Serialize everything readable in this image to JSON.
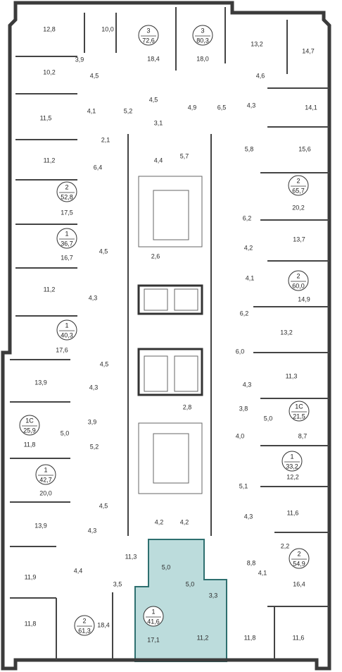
{
  "colors": {
    "highlight_fill": "#bcdcdc",
    "highlight_stroke": "#2e6f6f",
    "wall": "#3b3b3b",
    "text": "#2b2b2b"
  },
  "apartments": [
    {
      "id": "a1",
      "rooms": "3",
      "area": "72,6"
    },
    {
      "id": "a2",
      "rooms": "3",
      "area": "80,3"
    },
    {
      "id": "a3",
      "rooms": "2",
      "area": "52,8"
    },
    {
      "id": "a4",
      "rooms": "2",
      "area": "65,7"
    },
    {
      "id": "a5",
      "rooms": "1",
      "area": "36,7"
    },
    {
      "id": "a6",
      "rooms": "2",
      "area": "60,0"
    },
    {
      "id": "a7",
      "rooms": "1",
      "area": "40,3"
    },
    {
      "id": "a8",
      "rooms": "1С",
      "area": "25,9"
    },
    {
      "id": "a9",
      "rooms": "1С",
      "area": "21,5"
    },
    {
      "id": "a10",
      "rooms": "1",
      "area": "33,2"
    },
    {
      "id": "a11",
      "rooms": "1",
      "area": "42,7"
    },
    {
      "id": "a12",
      "rooms": "2",
      "area": "54,9"
    },
    {
      "id": "a13",
      "rooms": "2",
      "area": "61,3"
    },
    {
      "id": "a14",
      "rooms": "1",
      "area": "41,6",
      "highlighted": true
    }
  ],
  "rooms": [
    {
      "v": "12,8"
    },
    {
      "v": "10,0"
    },
    {
      "v": "18,4"
    },
    {
      "v": "18,0"
    },
    {
      "v": "13,2"
    },
    {
      "v": "14,7"
    },
    {
      "v": "3,9"
    },
    {
      "v": "10,2"
    },
    {
      "v": "4,5"
    },
    {
      "v": "4,6"
    },
    {
      "v": "4,5"
    },
    {
      "v": "4,9"
    },
    {
      "v": "6,5"
    },
    {
      "v": "4,3"
    },
    {
      "v": "14,1"
    },
    {
      "v": "11,5"
    },
    {
      "v": "4,1"
    },
    {
      "v": "5,2"
    },
    {
      "v": "3,1"
    },
    {
      "v": "2,1"
    },
    {
      "v": "5,8"
    },
    {
      "v": "15,6"
    },
    {
      "v": "11,2"
    },
    {
      "v": "6,4"
    },
    {
      "v": "4,4"
    },
    {
      "v": "5,7"
    },
    {
      "v": "17,5"
    },
    {
      "v": "20,2"
    },
    {
      "v": "6,2"
    },
    {
      "v": "13,7"
    },
    {
      "v": "4,2"
    },
    {
      "v": "16,7"
    },
    {
      "v": "4,5"
    },
    {
      "v": "2,6"
    },
    {
      "v": "4,1"
    },
    {
      "v": "11,2"
    },
    {
      "v": "4,3"
    },
    {
      "v": "14,9"
    },
    {
      "v": "6,2"
    },
    {
      "v": "13,2"
    },
    {
      "v": "6,0"
    },
    {
      "v": "17,6"
    },
    {
      "v": "4,5"
    },
    {
      "v": "11,3"
    },
    {
      "v": "13,9"
    },
    {
      "v": "4,3"
    },
    {
      "v": "4,3"
    },
    {
      "v": "2,8"
    },
    {
      "v": "3,8"
    },
    {
      "v": "5,0"
    },
    {
      "v": "3,9"
    },
    {
      "v": "5,0"
    },
    {
      "v": "4,0"
    },
    {
      "v": "8,7"
    },
    {
      "v": "11,8"
    },
    {
      "v": "5,2"
    },
    {
      "v": "12,2"
    },
    {
      "v": "20,0"
    },
    {
      "v": "5,1"
    },
    {
      "v": "4,5"
    },
    {
      "v": "11,6"
    },
    {
      "v": "13,9"
    },
    {
      "v": "4,3"
    },
    {
      "v": "4,2"
    },
    {
      "v": "4,2"
    },
    {
      "v": "4,3"
    },
    {
      "v": "11,3"
    },
    {
      "v": "2,2"
    },
    {
      "v": "5,0"
    },
    {
      "v": "8,8"
    },
    {
      "v": "11,9"
    },
    {
      "v": "4,4"
    },
    {
      "v": "3,5"
    },
    {
      "v": "5,0"
    },
    {
      "v": "4,1"
    },
    {
      "v": "16,4"
    },
    {
      "v": "3,3"
    },
    {
      "v": "11,8"
    },
    {
      "v": "18,4"
    },
    {
      "v": "17,1"
    },
    {
      "v": "11,2"
    },
    {
      "v": "11,8"
    },
    {
      "v": "11,6"
    }
  ]
}
